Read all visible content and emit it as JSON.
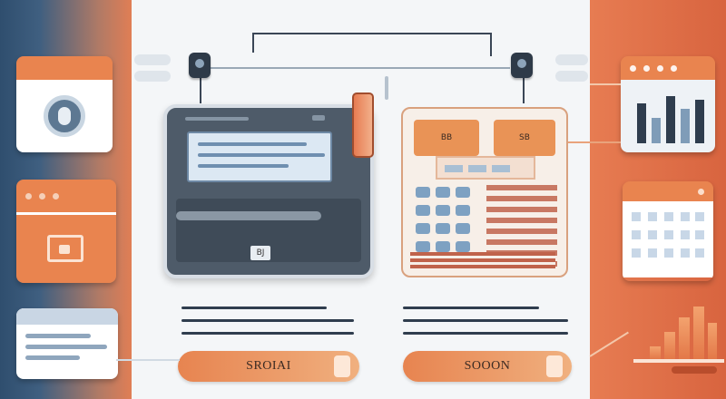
{
  "illustration": {
    "left_button_label": "SROIAI",
    "right_button_label": "SOOON",
    "monitor_label": "BJ",
    "tablet_tile_left": "BB",
    "tablet_tile_right": "SB"
  },
  "colors": {
    "accent_orange": "#e9844f",
    "navy": "#2f4e6e",
    "dark_slate": "#2f3d4e",
    "light_panel": "#f4f6f8"
  },
  "icons": [
    "gear-icon",
    "image-icon",
    "plug-icon",
    "bar-chart-icon",
    "calendar-grid-icon",
    "window-icon"
  ]
}
